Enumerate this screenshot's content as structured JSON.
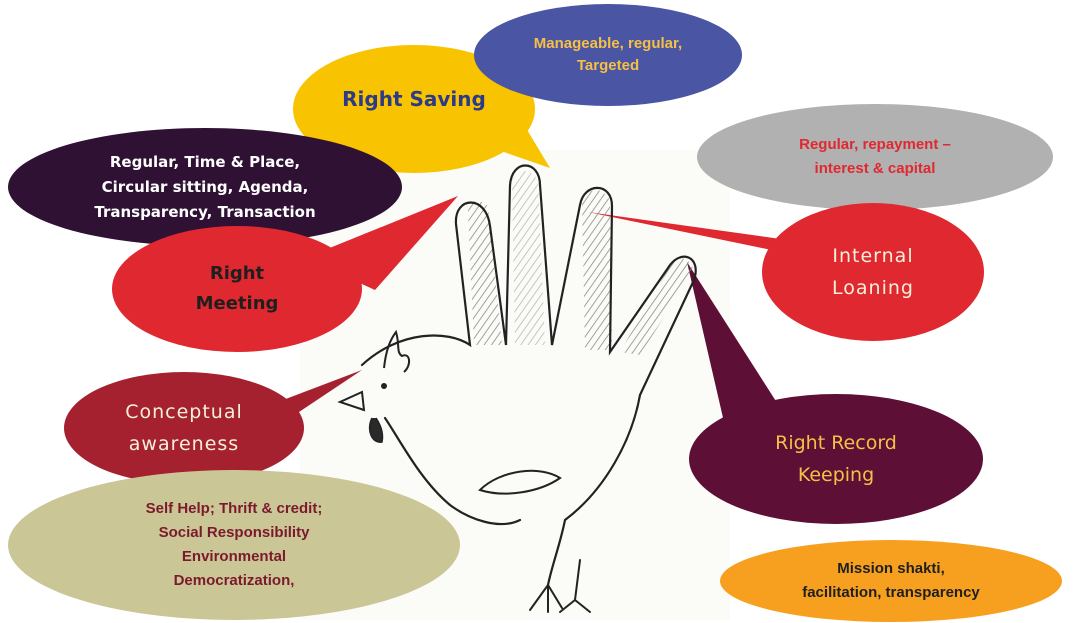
{
  "labels": {
    "right_saving": "Right Saving",
    "manageable": "Manageable, regular,\nTargeted",
    "regular_time": "Regular, Time & Place,\nCircular sitting, Agenda,\nTransparency, Transaction",
    "regular_repayment": "Regular, repayment –\ninterest & capital",
    "internal_loaning": "Internal\nLoaning",
    "right_meeting": "Right\nMeeting",
    "conceptual_awareness": "Conceptual\nawareness",
    "right_record_keeping": "Right Record\nKeeping",
    "self_help": "Self Help; Thrift & credit;\nSocial Responsibility\nEnvironmental\nDemocratization,",
    "mission_shakti": "Mission shakti,\nfacilitation, transparency"
  },
  "colors": {
    "yellow": "#f8c300",
    "blue": "#4a55a3",
    "dark_purple": "#2e1133",
    "gray": "#b1b1b1",
    "red": "#e02830",
    "maroon": "#a52130",
    "wine": "#5e0f36",
    "olive": "#cbc696",
    "orange": "#f7a01f",
    "text_dark": "#1f1f1f",
    "text_maroon": "#7a1a2c",
    "text_light": "#f4f1da",
    "text_gold": "#f6c046",
    "text_white": "#ffffff"
  }
}
